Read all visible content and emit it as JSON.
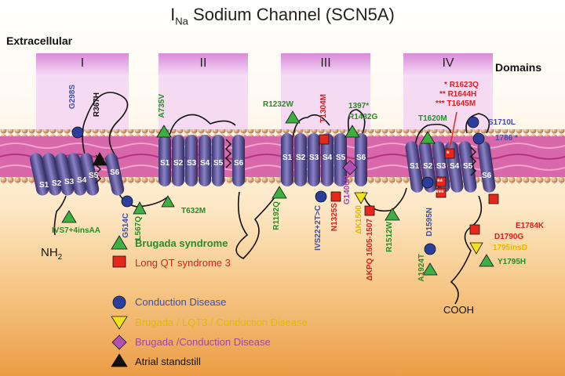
{
  "title": {
    "main": "I",
    "sub": "Na",
    "rest": " Sodium Channel (SCN5A)"
  },
  "extracellular_label": "Extracellular",
  "domains_label": "Domains",
  "domains": [
    "I",
    "II",
    "III",
    "IV"
  ],
  "segments": [
    "S1",
    "S2",
    "S3",
    "S4",
    "S5",
    "S6"
  ],
  "termini": {
    "n": "NH",
    "n_sub": "2",
    "c": "COOH"
  },
  "mutations": {
    "g298s": "G298S",
    "r367h": "R367H",
    "ivs7": "IVS7+4insAA",
    "g514c": "G514C",
    "l567q": "L567Q",
    "a735v": "A735V",
    "t632m": "T632M",
    "r1232w": "R1232W",
    "t1304m": "T1304M",
    "m1397": "1397",
    "r1432g": "R1432G",
    "r1192q": "R1192Q",
    "ivs22": "IVS22+2T>C",
    "n1325s": "N1325S",
    "g1406r": "G1406R",
    "k1500": "ΔK1500",
    "kpq": "ΔKPQ 1505-1507",
    "r1512w": "R1512W",
    "r1623q": "R1623Q",
    "r1644h": "R1644H",
    "t1645m": "T1645M",
    "t1620m": "T1620M",
    "s1710l": "S1710L",
    "m1786": "1786",
    "d1595n": "D1595N",
    "a1924t": "A1924T",
    "e1784k": "E1784K",
    "d1790g": "D1790G",
    "i1795insd": "1795insD",
    "y1795h": "Y1795H"
  },
  "star_marks": {
    "one": "*",
    "two": "**",
    "three": "***"
  },
  "legend": [
    {
      "label": "Brugada syndrome",
      "shape": "triangle-up",
      "color": "#3cb043"
    },
    {
      "label": "Long QT syndrome 3",
      "shape": "square",
      "color": "#e8271c"
    },
    {
      "label": "Conduction Disease",
      "shape": "circle",
      "color": "#2a3e9e"
    },
    {
      "label": "Brugada / LQT3 / Conduction Disease",
      "shape": "triangle-down",
      "color": "#f2e21c"
    },
    {
      "label": "Brugada /Conduction Disease",
      "shape": "diamond",
      "color": "#b24fb5"
    },
    {
      "label": "Atrial standstill",
      "shape": "triangle-up",
      "color": "#111111"
    }
  ],
  "colors": {
    "domain_band": "#e4a6e4",
    "membrane": "#d65fa6",
    "lipid_head": "#d9a27a",
    "helix": "#6e65a8",
    "loop": "#111111"
  }
}
